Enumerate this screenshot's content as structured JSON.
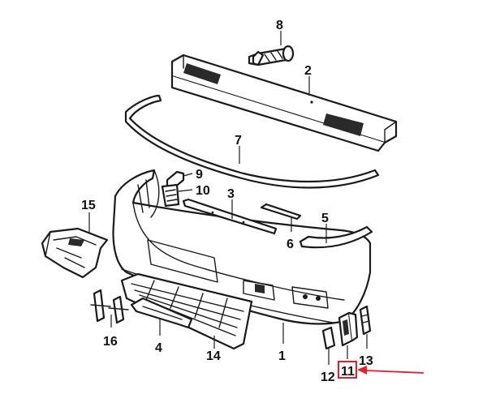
{
  "callouts": {
    "c1": "1",
    "c2": "2",
    "c3": "3",
    "c4": "4",
    "c5": "5",
    "c6": "6",
    "c7": "7",
    "c8": "8",
    "c9": "9",
    "c10": "10",
    "c11": "11",
    "c12": "12",
    "c13": "13",
    "c14": "14",
    "c15": "15",
    "c16": "16"
  },
  "highlight": {
    "callout": "11",
    "box_color": "#e0202a",
    "arrow_color": "#e0202a"
  }
}
